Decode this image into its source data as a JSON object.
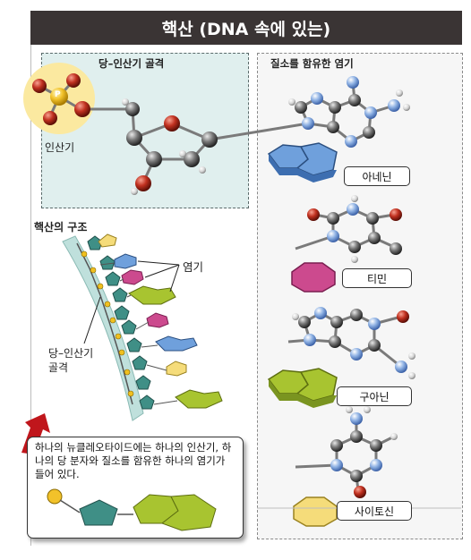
{
  "header": {
    "title": "핵산 (DNA 속에 있는)"
  },
  "backbone_panel": {
    "title": "당–인산기 골격",
    "phosphate_label": "인산기",
    "phosphorus_symbol": "P"
  },
  "base_panel": {
    "title": "질소를 함유한 염기"
  },
  "bases": [
    {
      "name": "아네닌",
      "color": "#6fa0dc"
    },
    {
      "name": "티민",
      "color": "#cc4a8e"
    },
    {
      "name": "구아닌",
      "color": "#a8c430"
    },
    {
      "name": "사이토신",
      "color": "#f5dc7a"
    }
  ],
  "structure": {
    "title": "핵산의 구조",
    "base_label": "염기",
    "backbone_label_line1": "당–인산기",
    "backbone_label_line2": "골격"
  },
  "info": {
    "text": "하나의 뉴클레오타이드에는 하나의 인산기, 하나의 당 분자와 질소를 함유한 하나의 염기가 들어 있다."
  },
  "colors": {
    "header_bg": "#3a3434",
    "carbon": "#555555",
    "oxygen": "#b42a1c",
    "nitrogen": "#7aa0d8",
    "hydrogen": "#dddddd",
    "pentagon": "#3f8f86",
    "phosphate": "#f0c020"
  }
}
